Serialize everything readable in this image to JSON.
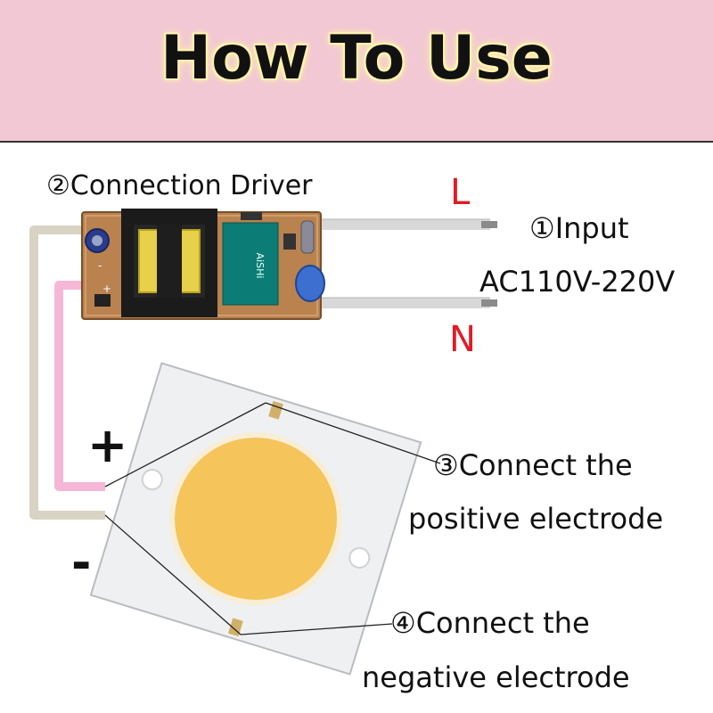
{
  "title": "How To Use",
  "driver_label": "②Connection Driver",
  "live_label": "L",
  "neutral_label": "N",
  "input_label": "①Input",
  "voltage_label": "AC110V-220V",
  "plus_sign": "+",
  "minus_sign": "-",
  "step3": {
    "line1": "③Connect the",
    "line2": "positive electrode"
  },
  "step4": {
    "line1": "④Connect the",
    "line2": "negative electrode"
  },
  "pcb_text": {
    "brand": "AiSHi",
    "chip_pos": "+",
    "chip_neg": "-"
  },
  "colors": {
    "header_bg": "#f2c8d4",
    "title_glow": "#fff4b0",
    "accent_red": "#e01b24",
    "pcb": "#b9824f",
    "led": "#f5c45a",
    "positive_wire": "#f6b7d6",
    "negative_wire": "#d9d3c4"
  }
}
